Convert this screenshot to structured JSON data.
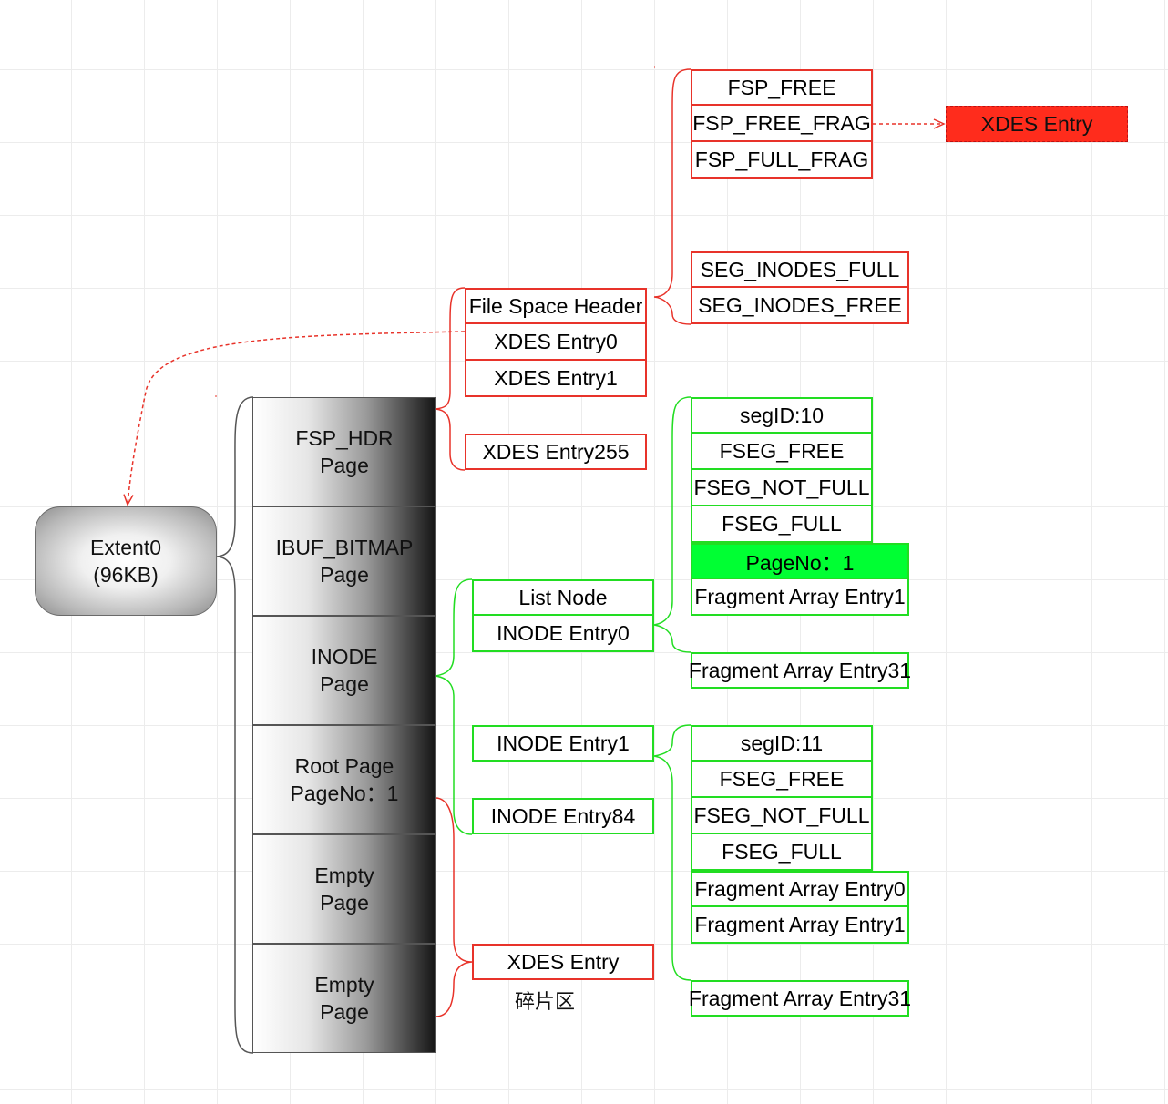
{
  "extent": {
    "line1": "Extent0",
    "line2": "(96KB)"
  },
  "pages": [
    {
      "line1": "FSP_HDR",
      "line2": "Page"
    },
    {
      "line1": "IBUF_BITMAP",
      "line2": "Page"
    },
    {
      "line1": "INODE",
      "line2": "Page"
    },
    {
      "line1": "Root Page",
      "line2": "PageNo：1"
    },
    {
      "line1": "Empty",
      "line2": "Page"
    },
    {
      "line1": "Empty",
      "line2": "Page"
    }
  ],
  "fsp_hdr": {
    "file_space_header": "File Space Header",
    "xdes_entry0": "XDES Entry0",
    "xdes_entry1": "XDES Entry1",
    "xdes_entry255": "XDES Entry255"
  },
  "file_space_header_lists": {
    "fsp_free": "FSP_FREE",
    "fsp_free_frag": "FSP_FREE_FRAG",
    "fsp_full_frag": "FSP_FULL_FRAG",
    "seg_inodes_full": "SEG_INODES_FULL",
    "seg_inodes_free": "SEG_INODES_FREE"
  },
  "xdes_entry_target": "XDES Entry",
  "inode_page": {
    "list_node": "List Node",
    "inode_entry0": "INODE Entry0",
    "inode_entry1": "INODE Entry1",
    "inode_entry84": "INODE Entry84"
  },
  "inode_entry0_detail": {
    "seg_id": "segID:10",
    "fseg_free": "FSEG_FREE",
    "fseg_not_full": "FSEG_NOT_FULL",
    "fseg_full": "FSEG_FULL",
    "page_no": "PageNo：1",
    "frag_entry1": "Fragment Array Entry1",
    "frag_entry31": "Fragment Array Entry31"
  },
  "inode_entry1_detail": {
    "seg_id": "segID:11",
    "fseg_free": "FSEG_FREE",
    "fseg_not_full": "FSEG_NOT_FULL",
    "fseg_full": "FSEG_FULL",
    "frag_entry0": "Fragment Array Entry0",
    "frag_entry1": "Fragment Array Entry1",
    "frag_entry31": "Fragment Array Entry31"
  },
  "root_page_detail": {
    "xdes_entry": "XDES Entry",
    "fragment_area_label": "碎片区"
  },
  "colors": {
    "red": "#e8332a",
    "green": "#22dd22",
    "highlight_green": "#00ff33",
    "xdes_fill": "#ff2c1c",
    "grid": "#ececec"
  }
}
